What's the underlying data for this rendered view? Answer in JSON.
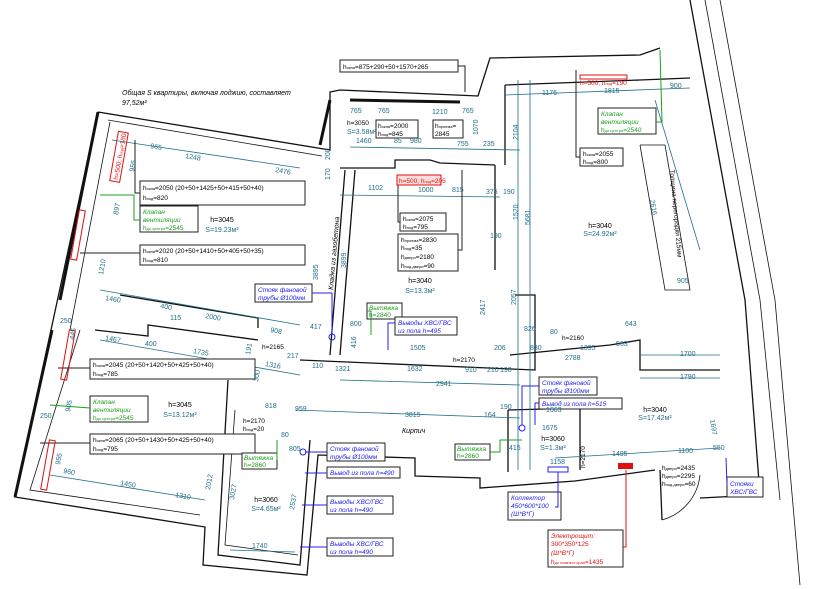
{
  "title": {
    "line1": "Общая S квартиры, включая лоджию, составляет",
    "line2": "97,52м²"
  },
  "top_window": {
    "h": "h",
    "sub": "окна",
    "val": "=875+290+50+1570+265"
  },
  "rooms": [
    {
      "h": "h=3045",
      "s": "S=19.23м²"
    },
    {
      "h": "h=3040",
      "s": "S=13.3м²"
    },
    {
      "h": "h=3045",
      "s": "S=13.12м²"
    },
    {
      "h": "h=3060",
      "s": "S=4.65м²"
    },
    {
      "h": "h=3060",
      "s": "S=1.3м²"
    },
    {
      "h": "h=3040",
      "s": "S=17.42м²"
    },
    {
      "h": "h=3040",
      "s": "S=24.92м²"
    },
    {
      "h": "h=3050",
      "s": "S=3.58м²"
    }
  ],
  "windows": [
    {
      "l1s": "окна",
      "l1": "=2050 (20+50+1425+50+415+50+40)",
      "l2s": "под",
      "l2": "=820"
    },
    {
      "l1s": "окна",
      "l1": "=2020 (20+50+1410+50+405+50+35)",
      "l2s": "под",
      "l2": "=810"
    },
    {
      "l1s": "окна",
      "l1": "=2045 (20+50+1420+50+425+50+40)",
      "l2s": "под",
      "l2": "=785"
    },
    {
      "l1s": "окна",
      "l1": "=2065 (20+50+1430+50+425+50+40)",
      "l2s": "под",
      "l2": "=795"
    },
    {
      "l1s": "окна",
      "l1": "=2000",
      "l2s": "под",
      "l2": "=845"
    },
    {
      "l1s": "окна",
      "l1": "=2075",
      "l2s": "под",
      "l2": "=795"
    },
    {
      "l1s": "окна",
      "l1": "=2055",
      "l2s": "под",
      "l2": "=800"
    }
  ],
  "door_box": [
    {
      "s": "проема",
      "v": "=2830"
    },
    {
      "s": "под",
      "v": "=35"
    },
    {
      "s": "двери",
      "v": "=2180"
    },
    {
      "s": "под.двери",
      "v": "=90"
    }
  ],
  "balcony_door": {
    "s": "проема",
    "v": "=",
    "v2": "2845"
  },
  "entry_door": [
    {
      "s": "двери",
      "v": "=2435"
    },
    {
      "s": "двери",
      "v": "=2295"
    },
    {
      "s": "под.двери",
      "v": "=60"
    }
  ],
  "vents": [
    {
      "l1": "Клапан",
      "l2": "вентиляции",
      "s": "до центра",
      "v": "=2545"
    },
    {
      "l1": "Клапан",
      "l2": "вентиляции",
      "s": "до центра",
      "v": "=2545"
    },
    {
      "l1": "Клапан",
      "l2": "вентиляции",
      "s": "до центра",
      "v": "=2540"
    }
  ],
  "exhausts": [
    {
      "l1": "Вытяжка",
      "l2": "h=2840"
    },
    {
      "l1": "Вытяжка",
      "l2": "h=2860"
    },
    {
      "l1": "Вытяжка",
      "l2": "h=2860"
    }
  ],
  "plumbing": {
    "riser_l1": "Стояк фановой",
    "riser_l2": "трубы Ø100мм",
    "outlets_l1": "Выводы ХВС/ГВС",
    "outlets_l2_495": "из пола h=495",
    "outlets_l2_490": "из пола h=490",
    "floor_490": "Вывод из пола h=490",
    "floor_515": "Вывод из пола h=515",
    "risers_l1": "Стояки",
    "risers_l2": "ХВС/ГВС"
  },
  "collector": {
    "l1": "Коллектор",
    "l2": "450*600*100",
    "l3": "(Ш*В*Г)"
  },
  "panel": {
    "l1": "Электрощит:",
    "l2": "300*350*125",
    "l3": "(Ш*В*Г)",
    "s": "до нижнего края",
    "v": "=1435"
  },
  "red_labels": [
    {
      "a": "h=500; h",
      "s": "под",
      "v": "=205"
    },
    {
      "a": "h=500; h",
      "s": "под",
      "v": "=190"
    },
    {
      "a": "h=500; h",
      "s": "под",
      "v": "=180"
    }
  ],
  "heights": [
    "h=2165",
    "h=2170",
    "h=2160",
    "h=2170",
    "h=2170"
  ],
  "hsub20": {
    "s": "под",
    "v": "=20"
  },
  "notes": {
    "partition": "Толщина перегородки 215мм",
    "masonry": "Кладка из газобетона",
    "brick": "Кирпич"
  },
  "dims": [
    "965",
    "1248",
    "2476",
    "955",
    "897",
    "1210",
    "1460",
    "400",
    "2000",
    "115",
    "908",
    "417",
    "250",
    "445",
    "1467",
    "400",
    "250",
    "905",
    "955",
    "960",
    "1450",
    "1310",
    "1735",
    "1316",
    "217",
    "110",
    "1321",
    "1632",
    "2941",
    "910",
    "3815",
    "959",
    "818",
    "1740",
    "2537",
    "2012",
    "3027",
    "805",
    "765",
    "765",
    "1210",
    "765",
    "1460",
    "85",
    "980",
    "755",
    "1070",
    "235",
    "1102",
    "1000",
    "815",
    "375",
    "190",
    "1176",
    "1815",
    "900",
    "2104",
    "1520",
    "5681",
    "2417",
    "2057",
    "190",
    "3895",
    "3899",
    "800",
    "416",
    "1505",
    "643",
    "826",
    "80",
    "563",
    "830",
    "1395",
    "2788",
    "1700",
    "1790",
    "1697",
    "1663",
    "1675",
    "415",
    "1158",
    "1495",
    "1100",
    "550",
    "905",
    "2616",
    "300",
    "191",
    "206",
    "210",
    "190",
    "164",
    "190",
    "80",
    "170",
    "200"
  ]
}
